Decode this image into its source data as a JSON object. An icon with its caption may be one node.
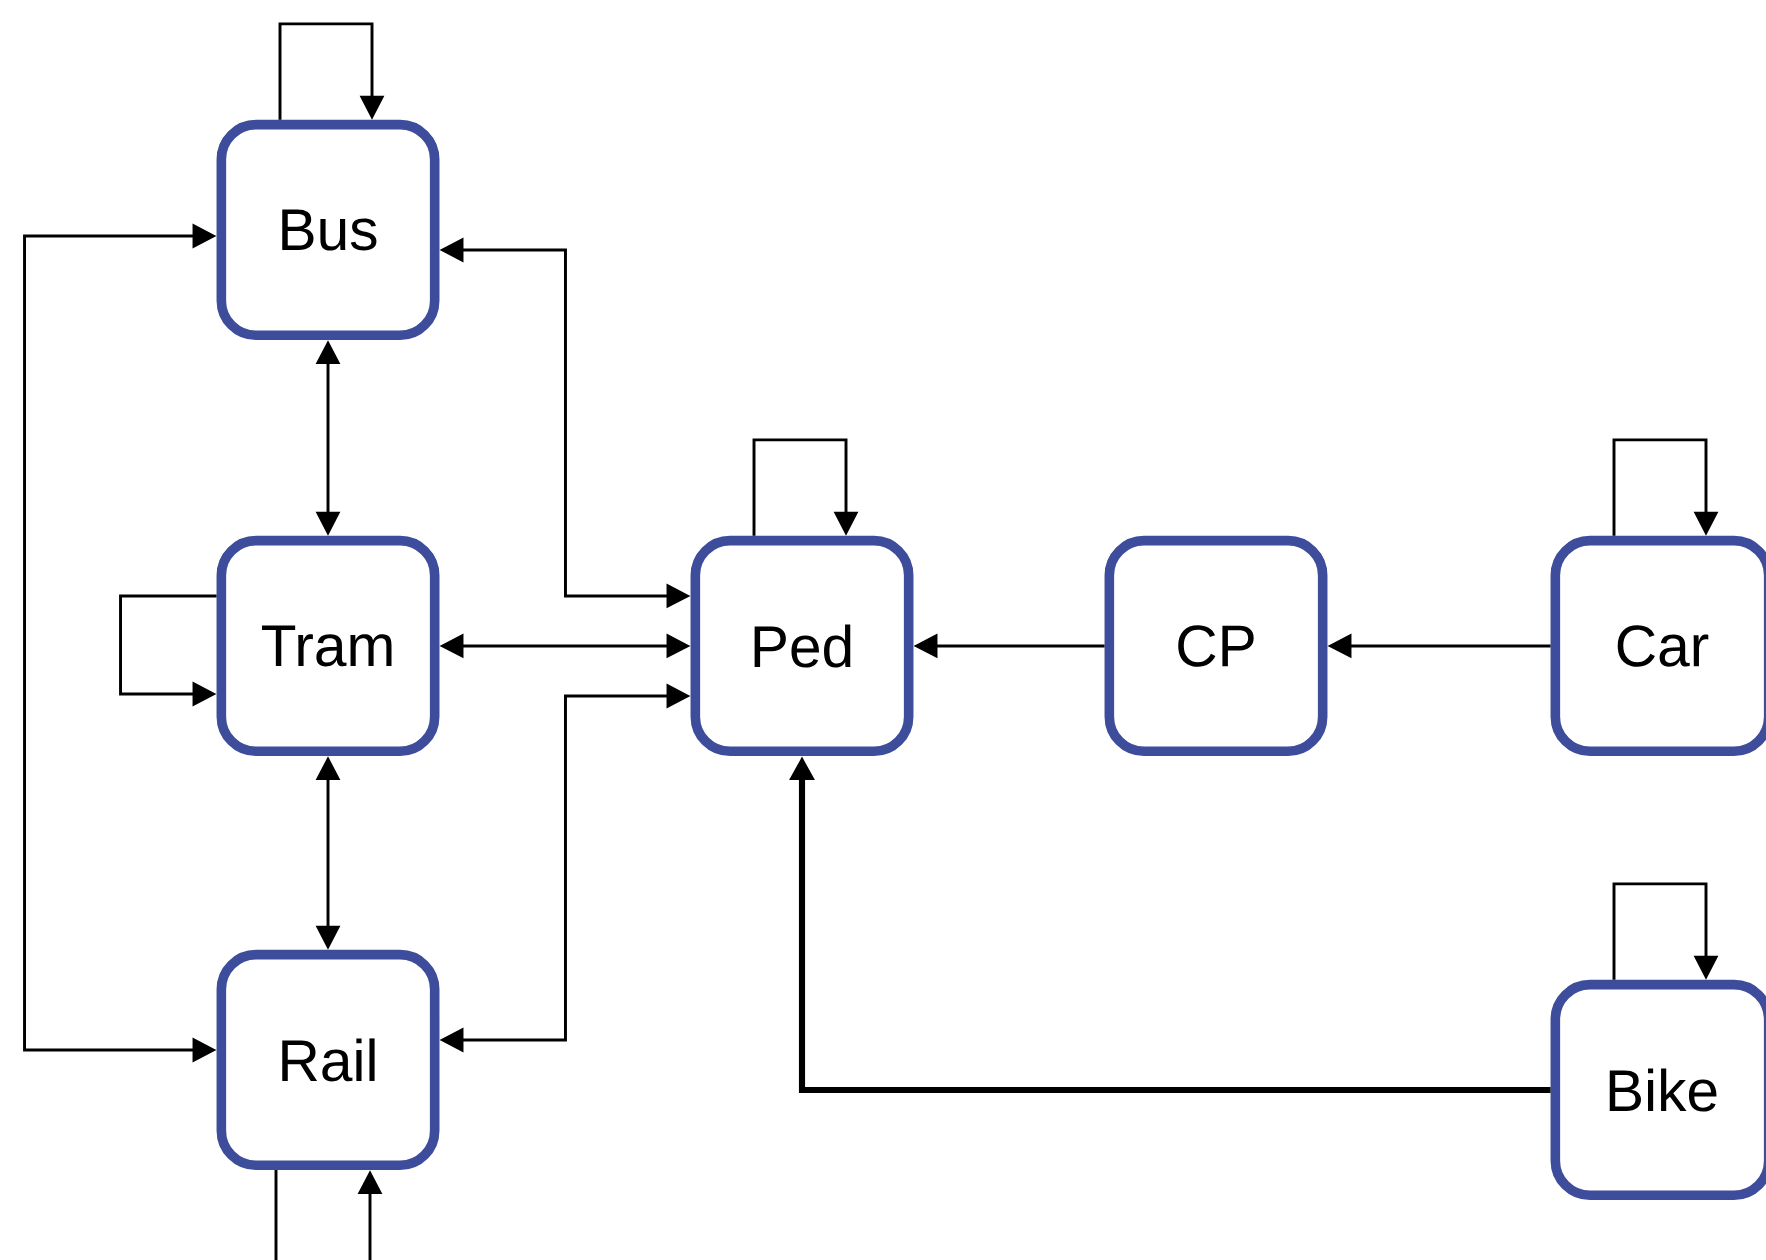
{
  "diagram": {
    "nodes": [
      {
        "text": [
          "Bus"
        ]
      },
      {
        "text": [
          "Tram"
        ]
      },
      {
        "text": [
          "Ped"
        ]
      },
      {
        "text": [
          "CP"
        ]
      },
      {
        "text": [
          "Car"
        ]
      },
      {
        "text": [
          "Rail"
        ]
      },
      {
        "text": [
          "Bike"
        ]
      }
    ],
    "edges": [
      {
        "from": 0,
        "to": 0,
        "arrow": "to"
      },
      {
        "from": 1,
        "to": 1,
        "arrow": "to"
      },
      {
        "from": 2,
        "to": 2,
        "arrow": "to"
      },
      {
        "from": 4,
        "to": 4,
        "arrow": "to"
      },
      {
        "from": 6,
        "to": 6,
        "arrow": "to"
      },
      {
        "from": 5,
        "to": 5,
        "arrow": "to"
      },
      {
        "from": 0,
        "to": 1,
        "arrow": "both"
      },
      {
        "from": 1,
        "to": 5,
        "arrow": "both"
      },
      {
        "from": 0,
        "to": 5,
        "arrow": "both"
      },
      {
        "from": 0,
        "to": 2,
        "arrow": "both"
      },
      {
        "from": 1,
        "to": 2,
        "arrow": "both"
      },
      {
        "from": 5,
        "to": 2,
        "arrow": "both"
      },
      {
        "from": 3,
        "to": 2,
        "arrow": "to"
      },
      {
        "from": 4,
        "to": 3,
        "arrow": "to"
      },
      {
        "from": 6,
        "to": 2,
        "arrow": "to",
        "style": "thick"
      }
    ]
  }
}
